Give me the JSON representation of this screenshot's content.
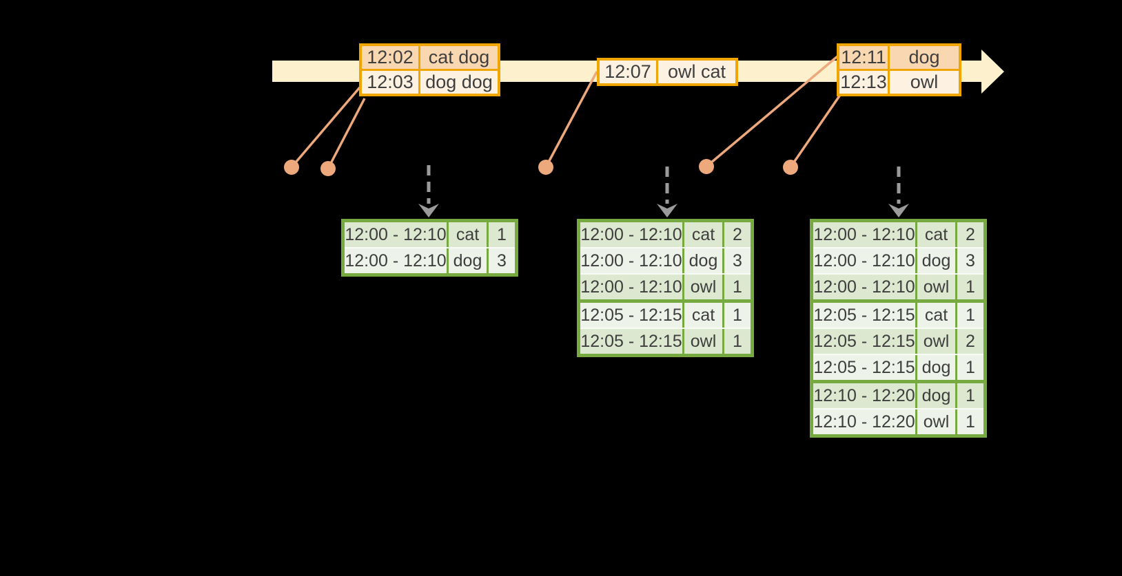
{
  "diagram": {
    "colors": {
      "background": "#000000",
      "timeline_band": "#fdf0cc",
      "event_border": "#efa600",
      "event_row_dark": "#f9d7b0",
      "event_row_light": "#fdf2e2",
      "marker": "#eda87c",
      "trigger_arrow": "#9b9b9b",
      "table_border": "#76a940",
      "table_row_dark": "#dde8d1",
      "table_row_light": "#eef3e9",
      "table_row_separator": "#f8faf5",
      "text": "#3e3e3e"
    },
    "timeline": {
      "event_boxes": [
        {
          "rows": [
            {
              "time": "12:02",
              "words": "cat dog",
              "shade": "dark"
            },
            {
              "time": "12:03",
              "words": "dog dog",
              "shade": "light"
            }
          ]
        },
        {
          "rows": [
            {
              "time": "12:07",
              "words": "owl cat",
              "shade": "light"
            }
          ]
        },
        {
          "rows": [
            {
              "time": "12:11",
              "words": "dog",
              "shade": "dark"
            },
            {
              "time": "12:13",
              "words": "owl",
              "shade": "light"
            }
          ]
        }
      ]
    },
    "event_markers": {
      "count": 5
    },
    "trigger_arrows": {
      "count": 3
    },
    "result_tables": {
      "tables": [
        {
          "rows": [
            {
              "window": "12:00 - 12:10",
              "word": "cat",
              "count": "1"
            },
            {
              "window": "12:00 - 12:10",
              "word": "dog",
              "count": "3"
            }
          ]
        },
        {
          "rows": [
            {
              "window": "12:00 - 12:10",
              "word": "cat",
              "count": "2"
            },
            {
              "window": "12:00 - 12:10",
              "word": "dog",
              "count": "3"
            },
            {
              "window": "12:00 - 12:10",
              "word": "owl",
              "count": "1"
            },
            {
              "window": "12:05 - 12:15",
              "word": "cat",
              "count": "1"
            },
            {
              "window": "12:05 - 12:15",
              "word": "owl",
              "count": "1"
            }
          ]
        },
        {
          "rows": [
            {
              "window": "12:00 - 12:10",
              "word": "cat",
              "count": "2"
            },
            {
              "window": "12:00 - 12:10",
              "word": "dog",
              "count": "3"
            },
            {
              "window": "12:00 - 12:10",
              "word": "owl",
              "count": "1"
            },
            {
              "window": "12:05 - 12:15",
              "word": "cat",
              "count": "1"
            },
            {
              "window": "12:05 - 12:15",
              "word": "owl",
              "count": "2"
            },
            {
              "window": "12:05 - 12:15",
              "word": "dog",
              "count": "1"
            },
            {
              "window": "12:10 - 12:20",
              "word": "dog",
              "count": "1"
            },
            {
              "window": "12:10 - 12:20",
              "word": "owl",
              "count": "1"
            }
          ]
        }
      ]
    }
  }
}
